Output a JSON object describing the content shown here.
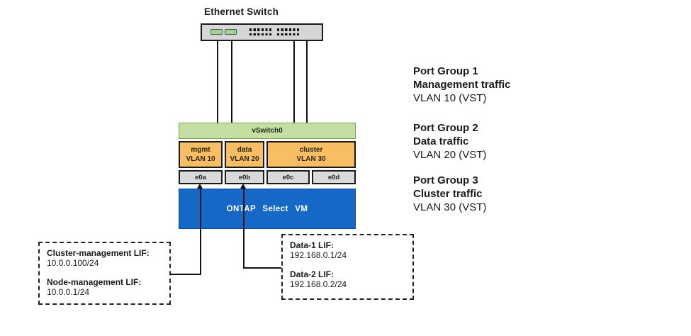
{
  "diagram": {
    "switch_label": "Ethernet Switch",
    "vswitch_label": "vSwitch0",
    "vlan_boxes": [
      {
        "name": "mgmt",
        "vlan": "VLAN 10"
      },
      {
        "name": "data",
        "vlan": "VLAN 20"
      },
      {
        "name": "cluster",
        "vlan": "VLAN 30"
      }
    ],
    "ports": [
      "e0a",
      "e0b",
      "e0c",
      "e0d"
    ],
    "vm_label": "ONTAP Select VM"
  },
  "legend": [
    {
      "title": "Port Group 1",
      "traffic": "Management traffic",
      "vlan": "VLAN 10 (VST)"
    },
    {
      "title": "Port Group 2",
      "traffic": "Data traffic",
      "vlan": "VLAN 20 (VST)"
    },
    {
      "title": "Port Group 3",
      "traffic": "Cluster traffic",
      "vlan": "VLAN 30 (VST)"
    }
  ],
  "callouts": {
    "left": [
      {
        "label": "Cluster-management LIF:",
        "value": "10.0.0.100/24"
      },
      {
        "label": "Node-management LIF:",
        "value": "10.0.0.1/24"
      }
    ],
    "right": [
      {
        "label": "Data-1 LIF:",
        "value": "192.168.0.1/24"
      },
      {
        "label": "Data-2 LIF:",
        "value": "192.168.0.2/24"
      }
    ]
  },
  "colors": {
    "vswitch_green": "#c5dfa3",
    "vlan_orange": "#f9bd63",
    "port_gray": "#d9d9d9",
    "vm_blue": "#1568c6",
    "switch_gray": "#d6d6d6",
    "switch_port_green": "#a5cf97"
  }
}
